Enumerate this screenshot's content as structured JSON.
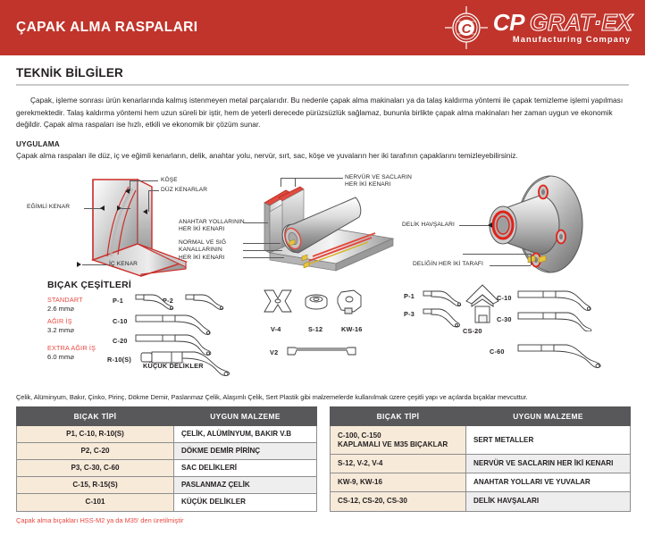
{
  "header": {
    "title": "ÇAPAK ALMA RASPALARI",
    "logo": {
      "cp": "CP",
      "gratex": "GRAT·EX",
      "subtitle": "Manufacturing Company",
      "mark_icon": "cp-emblem-icon"
    },
    "bg_color": "#c0342b"
  },
  "section": {
    "title": "TEKNİK BİLGİLER",
    "paragraph": "Çapak, işleme sonrası ürün kenarlarında kalmış istenmeyen metal parçalarıdır. Bu nedenle çapak alma makinaları ya da talaş kaldırma yöntemi ile çapak temizleme işlemi yapılması gerekmektedir. Talaş kaldırma yöntemi hem uzun süreli bir iştir, hem de yeterli derecede pürüzsüzlük sağlamaz, bununla birlikte çapak alma makinaları her zaman uygun ve ekonomik değildir. Çapak alma raspaları ise hızlı, etkili ve ekonomik bir çözüm sunar.",
    "subheading": "UYGULAMA",
    "subparagraph": "Çapak alma raspaları ile düz, iç ve eğimli kenarların, delik, anahtar yolu, nervür, sırt, sac, köşe ve yuvaların her iki tarafının çapaklarını temizleyebilirsiniz."
  },
  "diagrams": {
    "labels": {
      "egimli_kenar": "EĞİMLİ KENAR",
      "kose": "KÖŞE",
      "duz_kenarlar": "DÜZ KENARLAR",
      "ic_kenar": "İÇ KENAR",
      "anahtar_yollari": "ANAHTAR YOLLARININ\nHER İKİ KENARI",
      "normal_ve_sig": "NORMAL VE SIĞ\nKANALLARININ\nHER İKİ KENARI",
      "nervur_ve_saclar": "NERVÜR VE SACLARIN\nHER İKİ KENARI",
      "delik_havsalari": "DELİK HAVŞALARI",
      "deligin_her_iki": "DELİĞİN HER İKİ TARAFI"
    }
  },
  "blades": {
    "heading": "BIÇAK ÇEŞİTLERİ",
    "specs": [
      {
        "name": "STANDART",
        "value": "2.6 mm⌀"
      },
      {
        "name": "AĞIR İŞ",
        "value": "3.2 mm⌀"
      },
      {
        "name": "EXTRA AĞIR İŞ",
        "value": "6.0 mm⌀"
      }
    ],
    "codes": {
      "p1_left": "P-1",
      "p2_left": "P-2",
      "c10_left": "C-10",
      "c20_left": "C-20",
      "r10s": "R-10(S)",
      "kucuk": "KÜÇÜK DELİKLER",
      "v4": "V-4",
      "s12": "S-12",
      "kw16": "KW-16",
      "v2": "V2",
      "p1_right": "P-1",
      "p3_right": "P-3",
      "cs20": "CS-20",
      "c10_right": "C-10",
      "c30_right": "C-30",
      "c60_right": "C-60"
    }
  },
  "material_line": "Çelik, Alüminyum, Bakır, Çinko, Pirinç, Dökme Demir, Paslanmaz Çelik, Alaşımlı Çelik, Sert Plastik gibi malzemelerde kullanılmak üzere çeşitli yapı ve açılarda bıçaklar mevcuttur.",
  "tables": {
    "left": {
      "headers": [
        "BIÇAK TİPİ",
        "UYGUN MALZEME"
      ],
      "rows": [
        [
          "P1, C-10, R-10(S)",
          "ÇELİK, ALÜMİNYUM, BAKIR V.B"
        ],
        [
          "P2, C-20",
          "DÖKME DEMİR PİRİNÇ"
        ],
        [
          "P3, C-30, C-60",
          "SAC DELİKLERİ"
        ],
        [
          "C-15, R-15(S)",
          "PASLANMAZ ÇELİK"
        ],
        [
          "C-101",
          "KÜÇÜK DELİKLER"
        ]
      ]
    },
    "right": {
      "headers": [
        "BIÇAK TİPİ",
        "UYGUN MALZEME"
      ],
      "rows": [
        [
          "C-100, C-150\nKAPLAMALI VE M35 BIÇAKLAR",
          "SERT METALLER"
        ],
        [
          "S-12, V-2, V-4",
          "NERVÜR VE SACLARIN  HER İKİ KENARI"
        ],
        [
          "KW-9, KW-16",
          "ANAHTAR YOLLARI VE YUVALAR"
        ],
        [
          "CS-12, CS-20, CS-30",
          "DELİK HAVŞALARI"
        ]
      ]
    }
  },
  "footnote": "Çapak alma bıçakları HSS-M2 ya da M35' den üretilmiştir",
  "colors": {
    "brand_red": "#c0342b",
    "accent_red": "#e8473f",
    "table_header": "#58585a",
    "row_cream": "#f7ead9",
    "row_gray": "#eeeeee"
  }
}
